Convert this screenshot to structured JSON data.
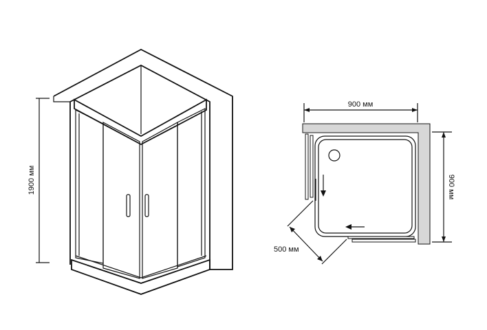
{
  "dimensions": {
    "height_label": "1900 мм",
    "width_top_label": "900 мм",
    "depth_right_label": "900 мм",
    "door_opening_label": "500 мм"
  },
  "colors": {
    "line": "#111111",
    "wall_fill": "#d7d7d7",
    "background": "#ffffff"
  }
}
